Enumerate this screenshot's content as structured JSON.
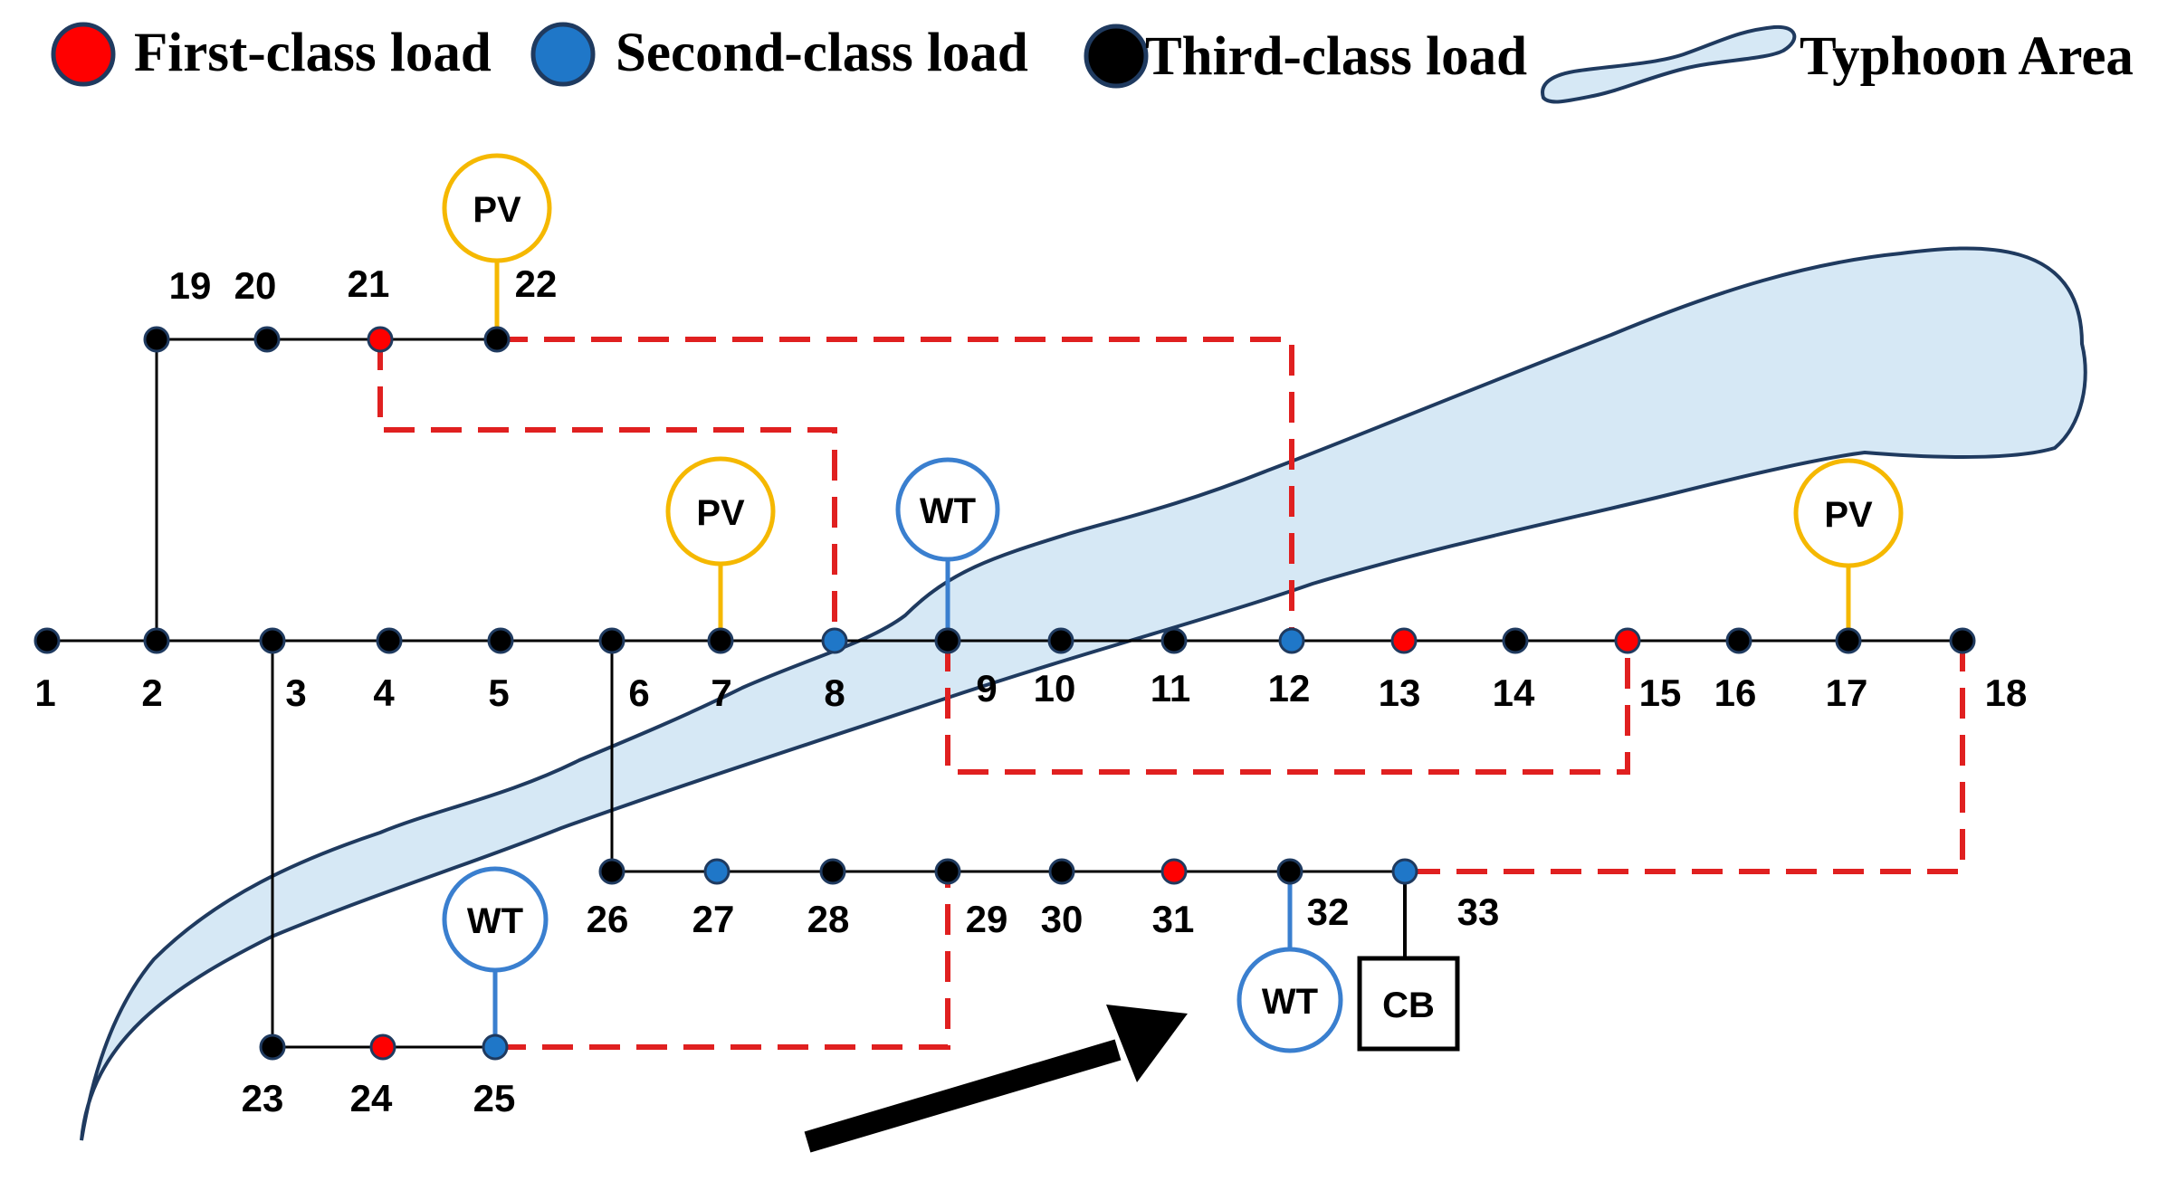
{
  "legend": {
    "first_class": "First-class load",
    "second_class": "Second-class load",
    "third_class": "Third-class load",
    "typhoon": "Typhoon Area"
  },
  "colors": {
    "first_class": "#ff0000",
    "second_class": "#1f77c8",
    "third_class": "#000000",
    "typhoon_fill": "#d6e8f5",
    "typhoon_stroke": "#1f3a5f",
    "pv": "#f5b800",
    "wt": "#3a7fcf",
    "tie_line": "#e02020"
  },
  "nodes": [
    {
      "id": "1",
      "class": "third"
    },
    {
      "id": "2",
      "class": "third"
    },
    {
      "id": "3",
      "class": "third"
    },
    {
      "id": "4",
      "class": "third"
    },
    {
      "id": "5",
      "class": "third"
    },
    {
      "id": "6",
      "class": "third"
    },
    {
      "id": "7",
      "class": "third"
    },
    {
      "id": "8",
      "class": "second"
    },
    {
      "id": "9",
      "class": "third"
    },
    {
      "id": "10",
      "class": "third"
    },
    {
      "id": "11",
      "class": "third"
    },
    {
      "id": "12",
      "class": "second"
    },
    {
      "id": "13",
      "class": "first"
    },
    {
      "id": "14",
      "class": "third"
    },
    {
      "id": "15",
      "class": "first"
    },
    {
      "id": "16",
      "class": "third"
    },
    {
      "id": "17",
      "class": "third"
    },
    {
      "id": "18",
      "class": "third"
    },
    {
      "id": "19",
      "class": "third"
    },
    {
      "id": "20",
      "class": "third"
    },
    {
      "id": "21",
      "class": "first"
    },
    {
      "id": "22",
      "class": "third"
    },
    {
      "id": "23",
      "class": "third"
    },
    {
      "id": "24",
      "class": "first"
    },
    {
      "id": "25",
      "class": "second"
    },
    {
      "id": "26",
      "class": "third"
    },
    {
      "id": "27",
      "class": "second"
    },
    {
      "id": "28",
      "class": "third"
    },
    {
      "id": "29",
      "class": "third"
    },
    {
      "id": "30",
      "class": "third"
    },
    {
      "id": "31",
      "class": "first"
    },
    {
      "id": "32",
      "class": "third"
    },
    {
      "id": "33",
      "class": "second"
    }
  ],
  "generators": [
    {
      "label": "PV",
      "type": "pv",
      "bus": "22"
    },
    {
      "label": "PV",
      "type": "pv",
      "bus": "7"
    },
    {
      "label": "WT",
      "type": "wt",
      "bus": "9"
    },
    {
      "label": "PV",
      "type": "pv",
      "bus": "17"
    },
    {
      "label": "WT",
      "type": "wt",
      "bus": "25"
    },
    {
      "label": "WT",
      "type": "wt",
      "bus": "32"
    },
    {
      "label": "CB",
      "type": "cb",
      "bus": "33"
    }
  ],
  "tie_lines": [
    [
      "22",
      "12"
    ],
    [
      "21",
      "8"
    ],
    [
      "9",
      "15"
    ],
    [
      "18",
      "33"
    ],
    [
      "25",
      "29"
    ]
  ]
}
